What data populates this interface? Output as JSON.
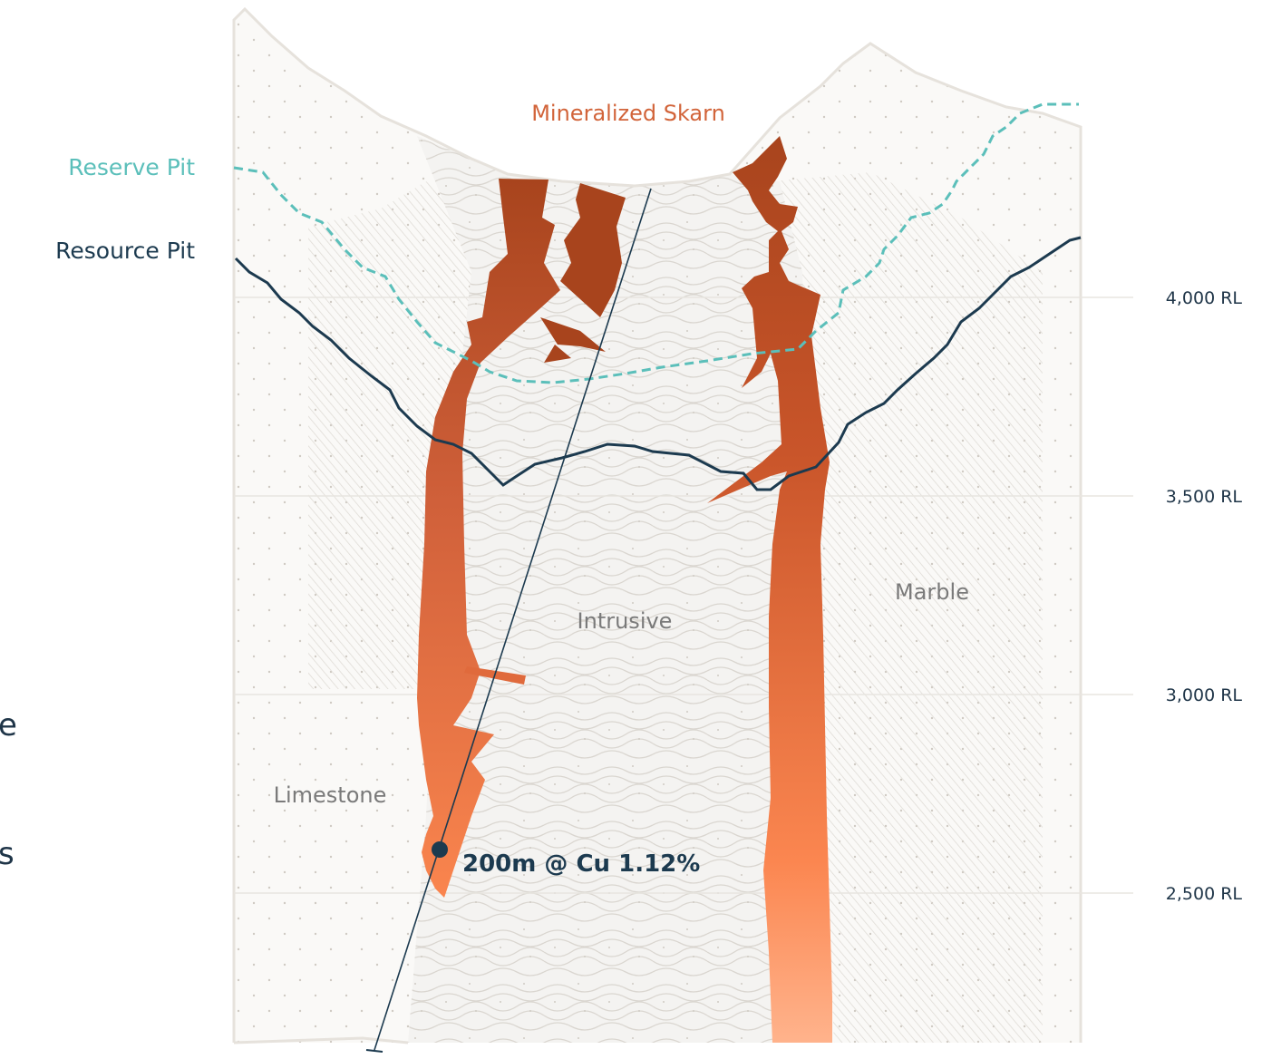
{
  "labels": {
    "reserve_pit": "Reserve Pit",
    "resource_pit": "Resource Pit",
    "mineralized_skarn": "Mineralized Skarn",
    "intrusive": "Intrusive",
    "marble": "Marble",
    "limestone": "Limestone",
    "intercept": "200m @ Cu 1.12%",
    "edge_text_1": "e",
    "edge_text_2": "s"
  },
  "elevation_ticks": [
    "4,000 RL",
    "3,500 RL",
    "3,000 RL",
    "2,500 RL"
  ],
  "colors": {
    "reserve_pit": "#5bbfba",
    "resource_pit": "#1c3a4f",
    "skarn_top": "#a8441d",
    "skarn_bottom": "#ffa878",
    "label_grey": "#7a7a7a",
    "skarn_label": "#d2643a",
    "outline": "#e6e2dc"
  }
}
